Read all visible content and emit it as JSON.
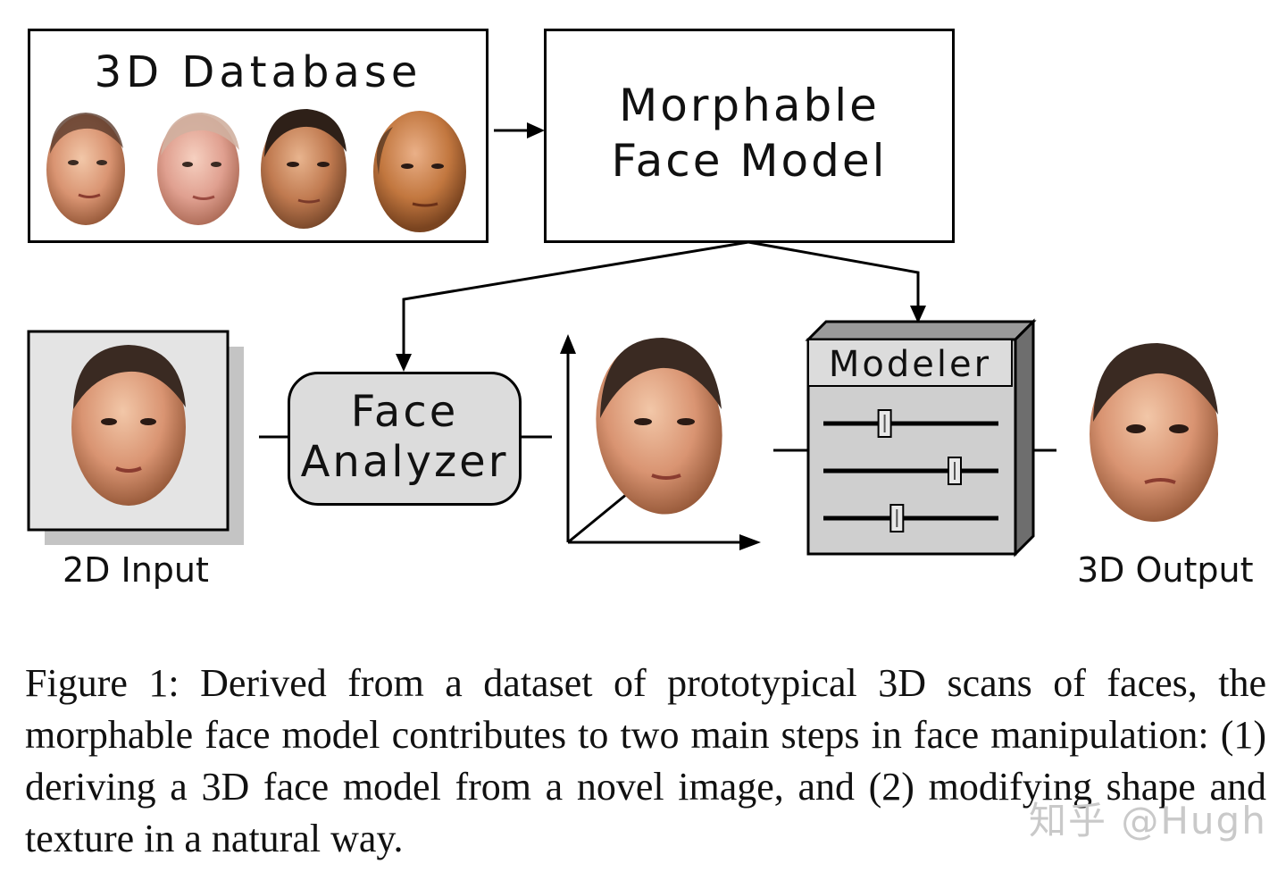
{
  "database": {
    "title": "3D Database"
  },
  "morphable": {
    "line1": "Morphable",
    "line2": "Face Model"
  },
  "analyzer": {
    "line1": "Face",
    "line2": "Analyzer"
  },
  "modeler": {
    "title": "Modeler",
    "slider_positions": [
      0.35,
      0.75,
      0.42
    ]
  },
  "input": {
    "label": "2D Input"
  },
  "output": {
    "label": "3D Output"
  },
  "caption": {
    "text": "Figure 1: Derived from a dataset of prototypical 3D scans of faces, the morphable face model contributes to two main steps in face manipulation: (1) deriving a 3D face model from a novel image, and (2) modifying shape and texture in a natural way."
  },
  "watermark": {
    "text": "知乎 @Hugh"
  },
  "colors": {
    "skin_light": "#e3a78a",
    "skin_dark": "#a86a45",
    "hair": "#3a2a22",
    "panel_gray": "#dcdcdc",
    "shadow_gray": "#c4c4c4"
  }
}
